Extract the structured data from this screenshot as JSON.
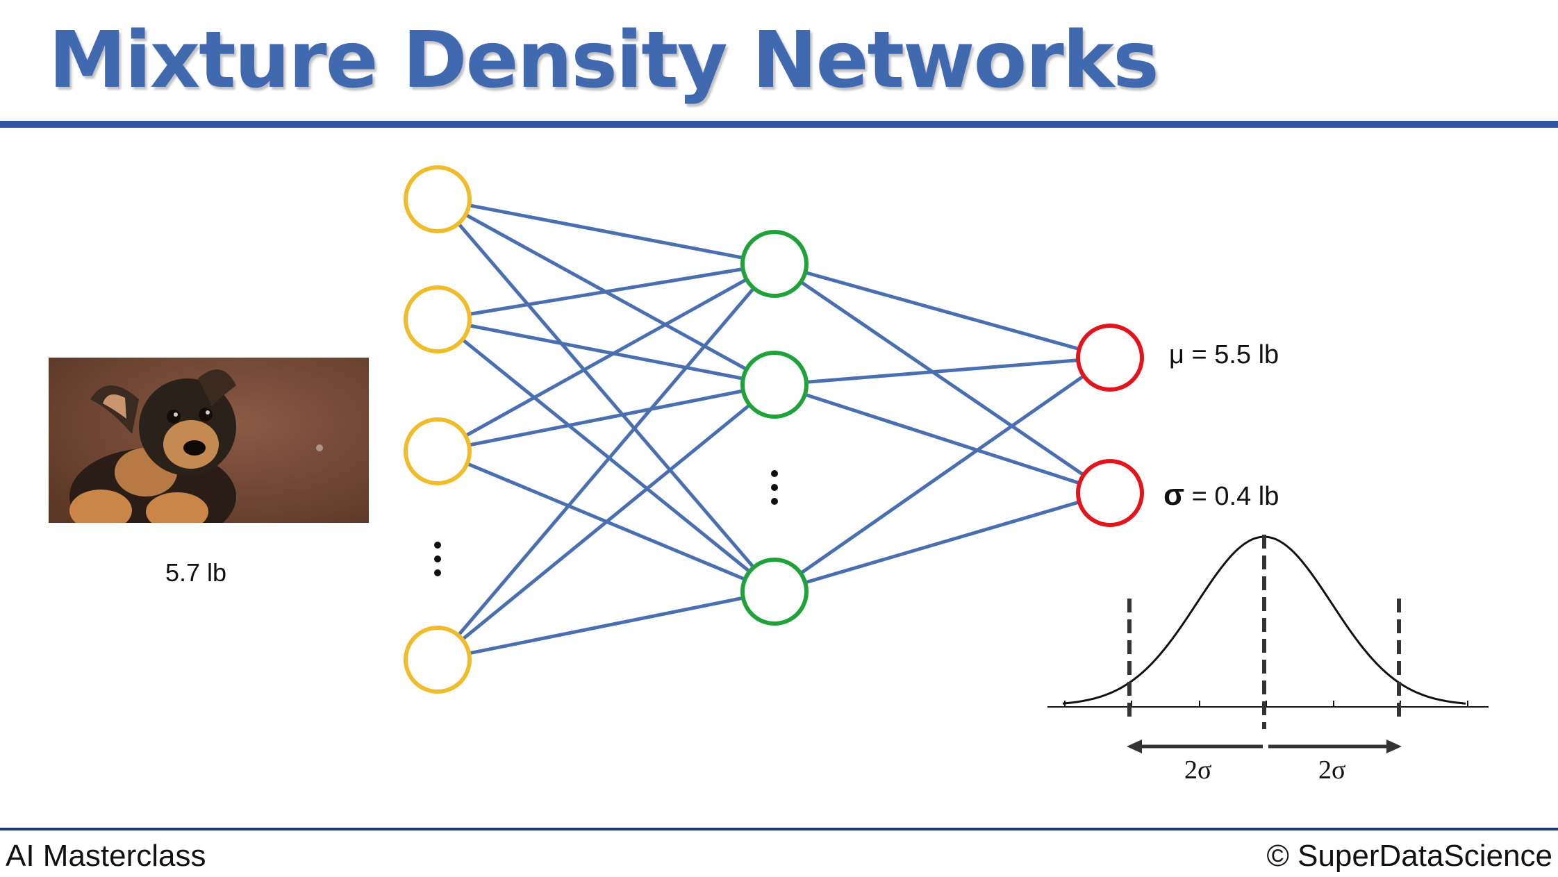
{
  "title": "Mixture Density Networks",
  "input": {
    "value_label": "5.7 lb"
  },
  "outputs": {
    "mu_label": "μ = 5.5 lb",
    "sigma_symbol": "σ",
    "sigma_rest": " = 0.4 lb"
  },
  "distribution": {
    "left_span_label": "2σ",
    "right_span_label": "2σ"
  },
  "footer": {
    "left": "AI Masterclass",
    "right": "© SuperDataScience"
  },
  "colors": {
    "title": "#4169b0",
    "edge": "#4a6fb0",
    "input_node": "#f0bc2a",
    "hidden_node": "#1fa23a",
    "output_node": "#e3141c"
  }
}
